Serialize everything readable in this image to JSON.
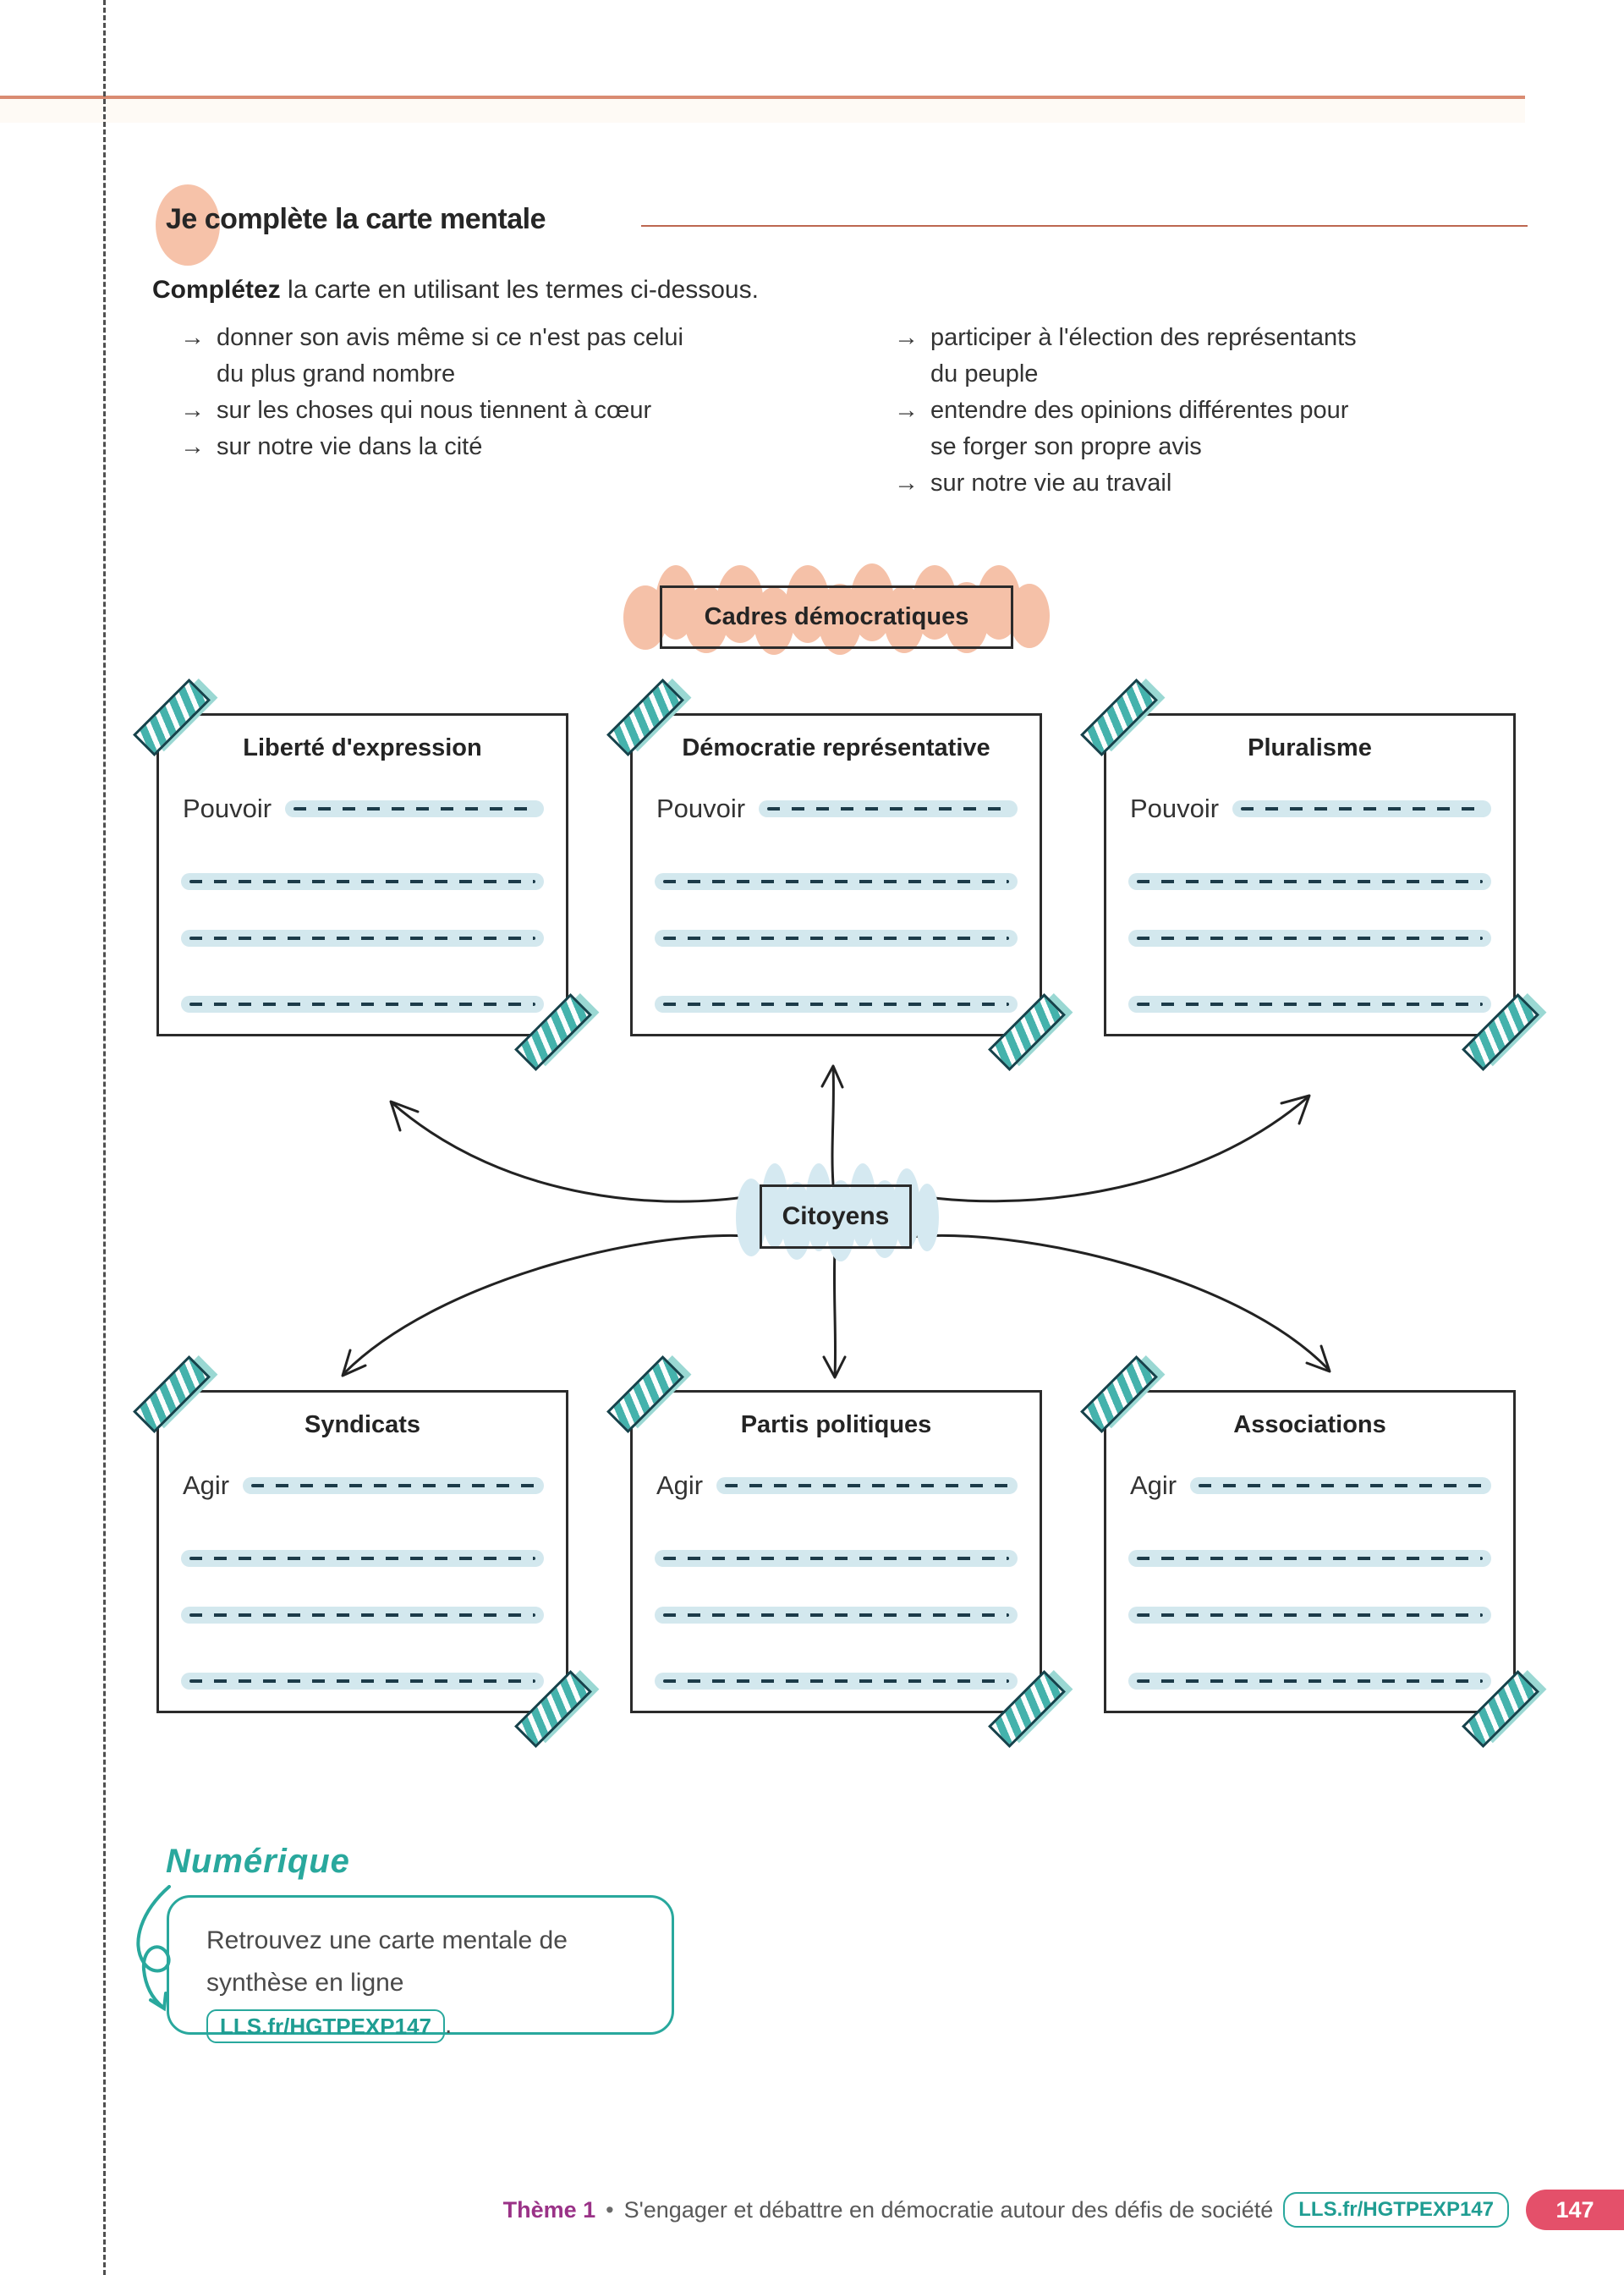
{
  "header": {
    "title_prefix": "Je",
    "title_rest": " complète la carte mentale"
  },
  "instructions": {
    "lead_bold": "Complétez",
    "lead_rest": " la carte en utilisant les termes ci-dessous.",
    "arrow_glyph": "→",
    "terms_left": [
      "donner son avis même si ce n'est pas celui\ndu plus grand nombre",
      "sur les choses qui nous tiennent à cœur",
      "sur notre vie dans la cité"
    ],
    "terms_right": [
      "participer à l'élection des représentants\ndu peuple",
      "entendre des opinions différentes pour\nse forger son propre avis",
      "sur notre vie au travail"
    ]
  },
  "mindmap": {
    "root_label": "Cadres démocratiques",
    "center_label": "Citoyens",
    "top_nodes": [
      {
        "title": "Liberté d'expression",
        "field_label": "Pouvoir"
      },
      {
        "title": "Démocratie représentative",
        "field_label": "Pouvoir"
      },
      {
        "title": "Pluralisme",
        "field_label": "Pouvoir"
      }
    ],
    "bottom_nodes": [
      {
        "title": "Syndicats",
        "field_label": "Agir"
      },
      {
        "title": "Partis politiques",
        "field_label": "Agir"
      },
      {
        "title": "Associations",
        "field_label": "Agir"
      }
    ]
  },
  "numerique": {
    "heading": "Numérique",
    "body_line1": "Retrouvez une carte mentale de",
    "body_line2": "synthèse en ligne",
    "link_label": "LLS.fr/HGTPEXP147",
    "body_after": "."
  },
  "footer": {
    "theme_label": "Thème 1",
    "separator": "•",
    "chapter_title": "S'engager et débattre en démocratie autour des défis de société",
    "link_label": "LLS.fr/HGTPEXP147",
    "page_number": "147"
  },
  "colors": {
    "salmon_rule": "#d98b72",
    "salmon_highlight": "#f6c2a9",
    "blue_highlight": "#d5e9f1",
    "blank_strip": "#d3e8ee",
    "dash": "#1c3b49",
    "teal": "#29a89d",
    "tape_teal": "#44b2ac",
    "purple": "#9a3287",
    "page_red": "#e4506a"
  }
}
